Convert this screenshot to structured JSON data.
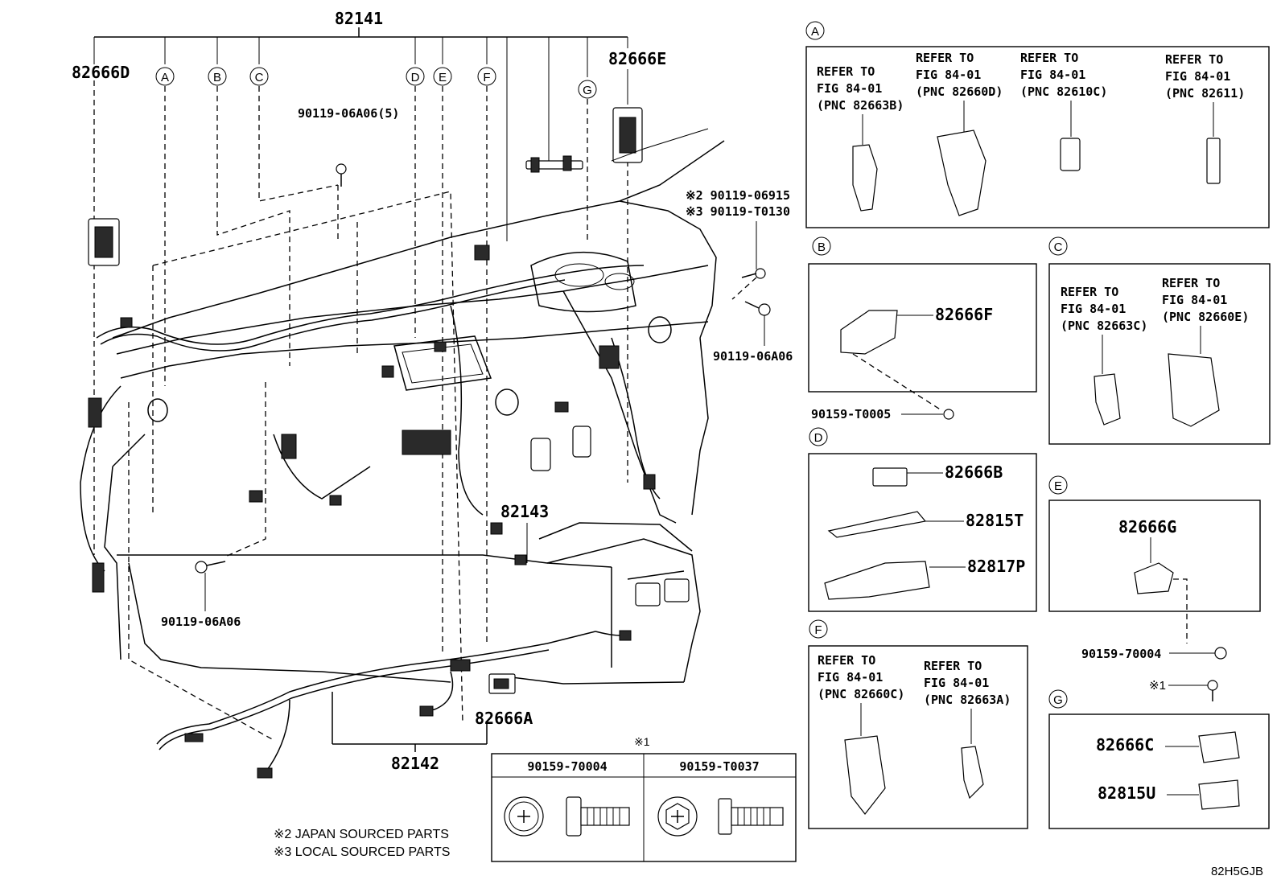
{
  "main": {
    "harness_top": "82141",
    "harness_bottom": "82142",
    "harness_floor": "82143",
    "left_connector": "82666D",
    "top_connector": "82666E",
    "bottom_connector": "82666A",
    "bolt_top": "90119-06A06(5)",
    "bolt_right_a": "※2 90119-06915",
    "bolt_right_b": "※3 90119-T0130",
    "bolt_right_c": "90119-06A06",
    "bolt_left_bottom": "90119-06A06"
  },
  "callouts": [
    "A",
    "B",
    "C",
    "D",
    "E",
    "F",
    "G"
  ],
  "detail_a": {
    "label": "A",
    "items": [
      {
        "l1": "REFER TO",
        "l2": "FIG 84-01",
        "l3": "(PNC 82663B)"
      },
      {
        "l1": "REFER TO",
        "l2": "FIG 84-01",
        "l3": "(PNC 82660D)"
      },
      {
        "l1": "REFER TO",
        "l2": "FIG 84-01",
        "l3": "(PNC 82610C)"
      },
      {
        "l1": "REFER TO",
        "l2": "FIG 84-01",
        "l3": "(PNC 82611)"
      }
    ]
  },
  "detail_b": {
    "label": "B",
    "part": "82666F",
    "bolt": "90159-T0005"
  },
  "detail_c": {
    "label": "C",
    "items": [
      {
        "l1": "REFER TO",
        "l2": "FIG 84-01",
        "l3": "(PNC 82663C)"
      },
      {
        "l1": "REFER TO",
        "l2": "FIG 84-01",
        "l3": "(PNC 82660E)"
      }
    ]
  },
  "detail_d": {
    "label": "D",
    "parts": [
      "82666B",
      "82815T",
      "82817P"
    ]
  },
  "detail_e": {
    "label": "E",
    "part": "82666G",
    "bolt": "90159-70004",
    "note": "※1"
  },
  "detail_f": {
    "label": "F",
    "items": [
      {
        "l1": "REFER TO",
        "l2": "FIG 84-01",
        "l3": "(PNC 82660C)"
      },
      {
        "l1": "REFER TO",
        "l2": "FIG 84-01",
        "l3": "(PNC 82663A)"
      }
    ]
  },
  "detail_g": {
    "label": "G",
    "parts": [
      "82666C",
      "82815U"
    ]
  },
  "fastener_table": {
    "note": "※1",
    "col1": "90159-70004",
    "col2": "90159-T0037"
  },
  "footnotes": {
    "n2": "※2 JAPAN SOURCED PARTS",
    "n3": "※3 LOCAL SOURCED PARTS"
  },
  "figure_code": "82H5GJB"
}
